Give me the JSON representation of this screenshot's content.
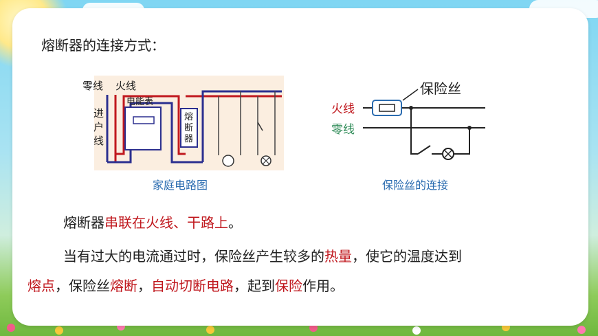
{
  "heading": "熔断器的连接方式：",
  "diagram1": {
    "label_neutral": "零线",
    "label_live": "火线",
    "label_meter": "电能表",
    "label_in_1": "进",
    "label_in_2": "户",
    "label_in_3": "线",
    "label_fuse_1": "熔",
    "label_fuse_2": "断",
    "label_fuse_3": "器",
    "caption": "家庭电路图"
  },
  "diagram2": {
    "label_fuse": "保险丝",
    "label_live": "火线",
    "label_neutral": "零线",
    "caption": "保险丝的连接"
  },
  "para1": {
    "p1": "熔断器",
    "p2": "串联在火线、干路上",
    "p3": "。"
  },
  "para2": {
    "p1": "当有过大的电流通过时，保险丝产生较多的",
    "p2": "热量",
    "p3": "，使它的温度达到"
  },
  "para3": {
    "p1": "熔点",
    "p2": "，保险丝",
    "p3": "熔断",
    "p4": "，",
    "p5": "自动切断电路",
    "p6": "，起到",
    "p7": "保险",
    "p8": "作用。"
  },
  "colors": {
    "live": "#c0181e",
    "neutral": "#2e8b57",
    "wire_blue": "#2b2f8f",
    "accent_red": "#c0181e",
    "caption_blue": "#2b6cb0"
  }
}
